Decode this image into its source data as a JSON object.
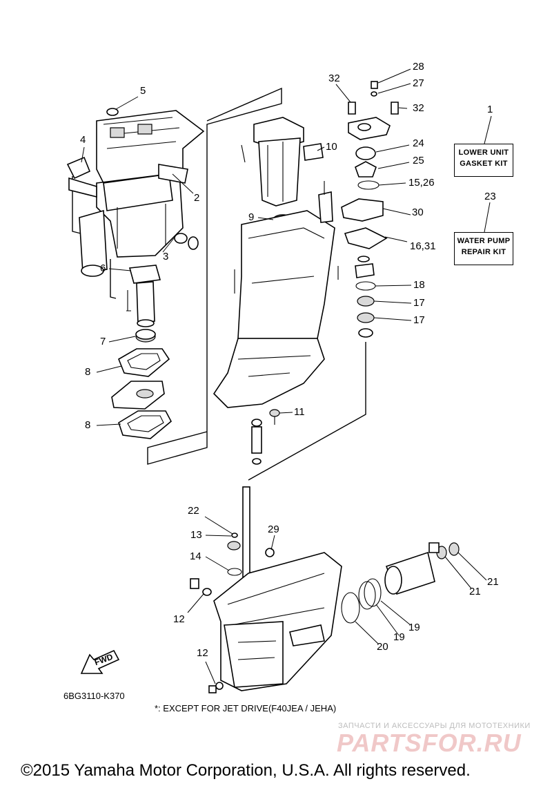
{
  "callouts": [
    {
      "label": "1"
    },
    {
      "label": "2"
    },
    {
      "label": "3"
    },
    {
      "label": "4"
    },
    {
      "label": "5"
    },
    {
      "label": "6"
    },
    {
      "label": "7"
    },
    {
      "label": "8"
    },
    {
      "label": "8"
    },
    {
      "label": "9"
    },
    {
      "label": "10"
    },
    {
      "label": "11"
    },
    {
      "label": "12"
    },
    {
      "label": "12"
    },
    {
      "label": "13"
    },
    {
      "label": "14"
    },
    {
      "label": "15,26"
    },
    {
      "label": "16,31"
    },
    {
      "label": "17"
    },
    {
      "label": "17"
    },
    {
      "label": "18"
    },
    {
      "label": "19"
    },
    {
      "label": "19"
    },
    {
      "label": "20"
    },
    {
      "label": "21"
    },
    {
      "label": "21"
    },
    {
      "label": "22"
    },
    {
      "label": "23"
    },
    {
      "label": "24"
    },
    {
      "label": "25"
    },
    {
      "label": "27"
    },
    {
      "label": "28"
    },
    {
      "label": "29"
    },
    {
      "label": "30"
    },
    {
      "label": "32"
    },
    {
      "label": "32"
    }
  ],
  "kits": {
    "lower_unit": {
      "line1": "LOWER UNIT",
      "line2": "GASKET KIT"
    },
    "water_pump": {
      "line1": "WATER PUMP",
      "line2": "REPAIR KIT"
    }
  },
  "fwd_label": "FWD",
  "diagram_code": "6BG3110-K370",
  "jet_note": "*: EXCEPT FOR JET DRIVE(F40JEA / JEHA)",
  "watermark": {
    "tagline": "ЗАПЧАСТИ И АКСЕССУАРЫ ДЛЯ МОТОТЕХНИКИ",
    "logo": "PARTSFOR.RU"
  },
  "copyright": "©2015 Yamaha Motor Corporation, U.S.A. All rights reserved.",
  "colors": {
    "line": "#000000",
    "background": "#ffffff",
    "watermark_logo": "#f0c8c8",
    "watermark_tagline": "#bcbcbc"
  }
}
